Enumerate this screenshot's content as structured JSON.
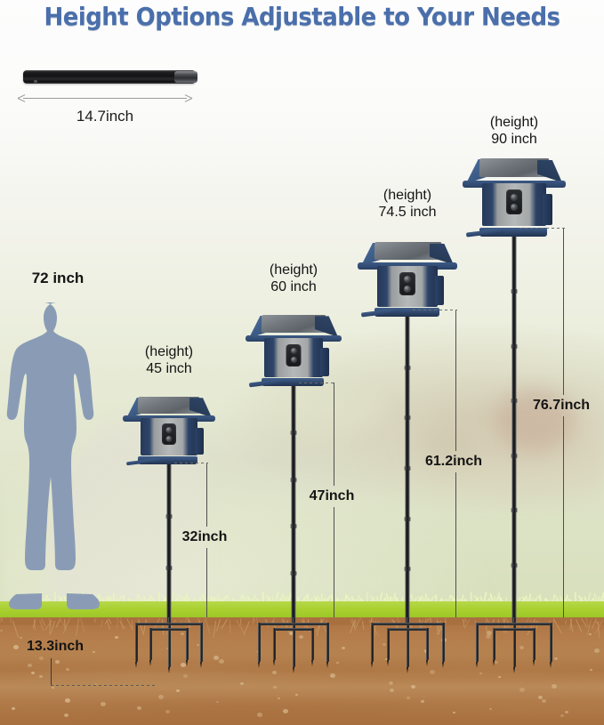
{
  "title": "Height Options Adjustable to Your Needs",
  "colors": {
    "title_blue": "#4a6fab",
    "feeder_blue": "#2e4569",
    "silhouette": "#8a9cb5",
    "grass": "#a9d02f",
    "soil": "#b5824f",
    "pole_dark": "#131315"
  },
  "tube": {
    "label": "14.7inch",
    "icon": "pole-segment-icon"
  },
  "human": {
    "label": "72 inch",
    "icon": "person-silhouette-icon"
  },
  "underground": {
    "label": "13.3inch"
  },
  "units": [
    {
      "height_caption": "(height)",
      "height_value": "45 inch",
      "above_ground": "32inch"
    },
    {
      "height_caption": "(height)",
      "height_value": "60 inch",
      "above_ground": "47inch"
    },
    {
      "height_caption": "(height)",
      "height_value": "74.5 inch",
      "above_ground": "61.2inch"
    },
    {
      "height_caption": "(height)",
      "height_value": "90 inch",
      "above_ground": "76.7inch"
    }
  ]
}
